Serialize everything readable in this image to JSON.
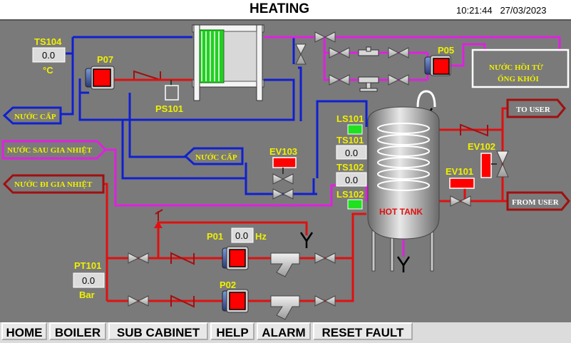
{
  "header": {
    "title": "HEATING",
    "time": "10:21:44",
    "date": "27/03/2023"
  },
  "sensors": {
    "ts104": {
      "label": "TS104",
      "value": "0.0",
      "unit": "°C"
    },
    "ts101": {
      "label": "TS101",
      "value": "0.0"
    },
    "ts102": {
      "label": "TS102",
      "value": "0.0"
    },
    "pt101": {
      "label": "PT101",
      "value": "0.0",
      "unit": "Bar"
    },
    "p01_freq": {
      "value": "0.0",
      "unit": "Hz"
    },
    "ls101": {
      "label": "LS101"
    },
    "ls102": {
      "label": "LS102"
    },
    "ps101": {
      "label": "PS101"
    }
  },
  "pumps": {
    "p07": "P07",
    "p05": "P05",
    "p01": "P01",
    "p02": "P02"
  },
  "valves": {
    "ev103": "EV103",
    "ev102": "EV102",
    "ev101": "EV101"
  },
  "tank": {
    "label": "HOT TANK"
  },
  "tags": {
    "nuoc_cap_left": "NƯỚC CẤP",
    "nuoc_sau_gia_nhiet": "NƯỚC SAU GIA NHIỆT",
    "nuoc_di_gia_nhiet": "NƯỚC ĐI GIA NHIỆT",
    "nuoc_cap_mid": "NƯỚC CẤP",
    "to_user": "TO USER",
    "from_user": "FROM USER",
    "nuoc_hoi_line1": "NƯỚC HỒI TỪ",
    "nuoc_hoi_line2": "ỐNG KHÓI"
  },
  "nav": {
    "home": "HOME",
    "boiler": "BOILER",
    "sub_cabinet": "SUB CABINET",
    "help": "HELP",
    "alarm": "ALARM",
    "reset_fault": "RESET FAULT"
  },
  "colors": {
    "background": "#7a7a7a",
    "pipe_blue": "#1020d0",
    "pipe_magenta": "#e020e0",
    "pipe_red": "#e01010",
    "label_yellow": "#f0f000",
    "tag_border": "#a01010",
    "status_green": "#20e020",
    "pump_red": "#ff0000"
  }
}
